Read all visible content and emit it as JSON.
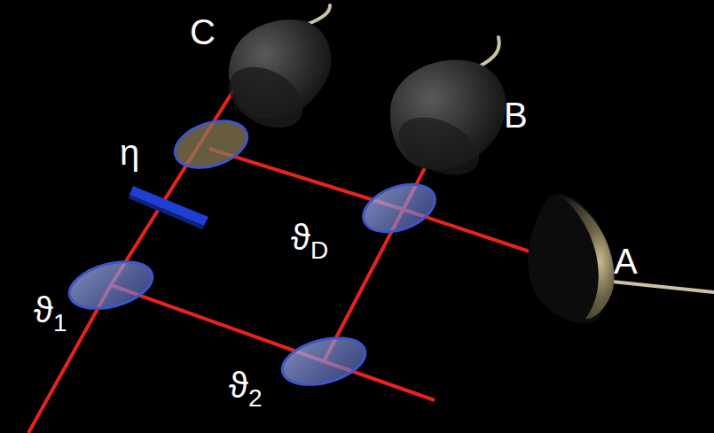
{
  "diagram": {
    "labels": [
      "C",
      "η",
      "B",
      "ϑD",
      "A",
      "ϑ1",
      "ϑ2"
    ]
  }
}
